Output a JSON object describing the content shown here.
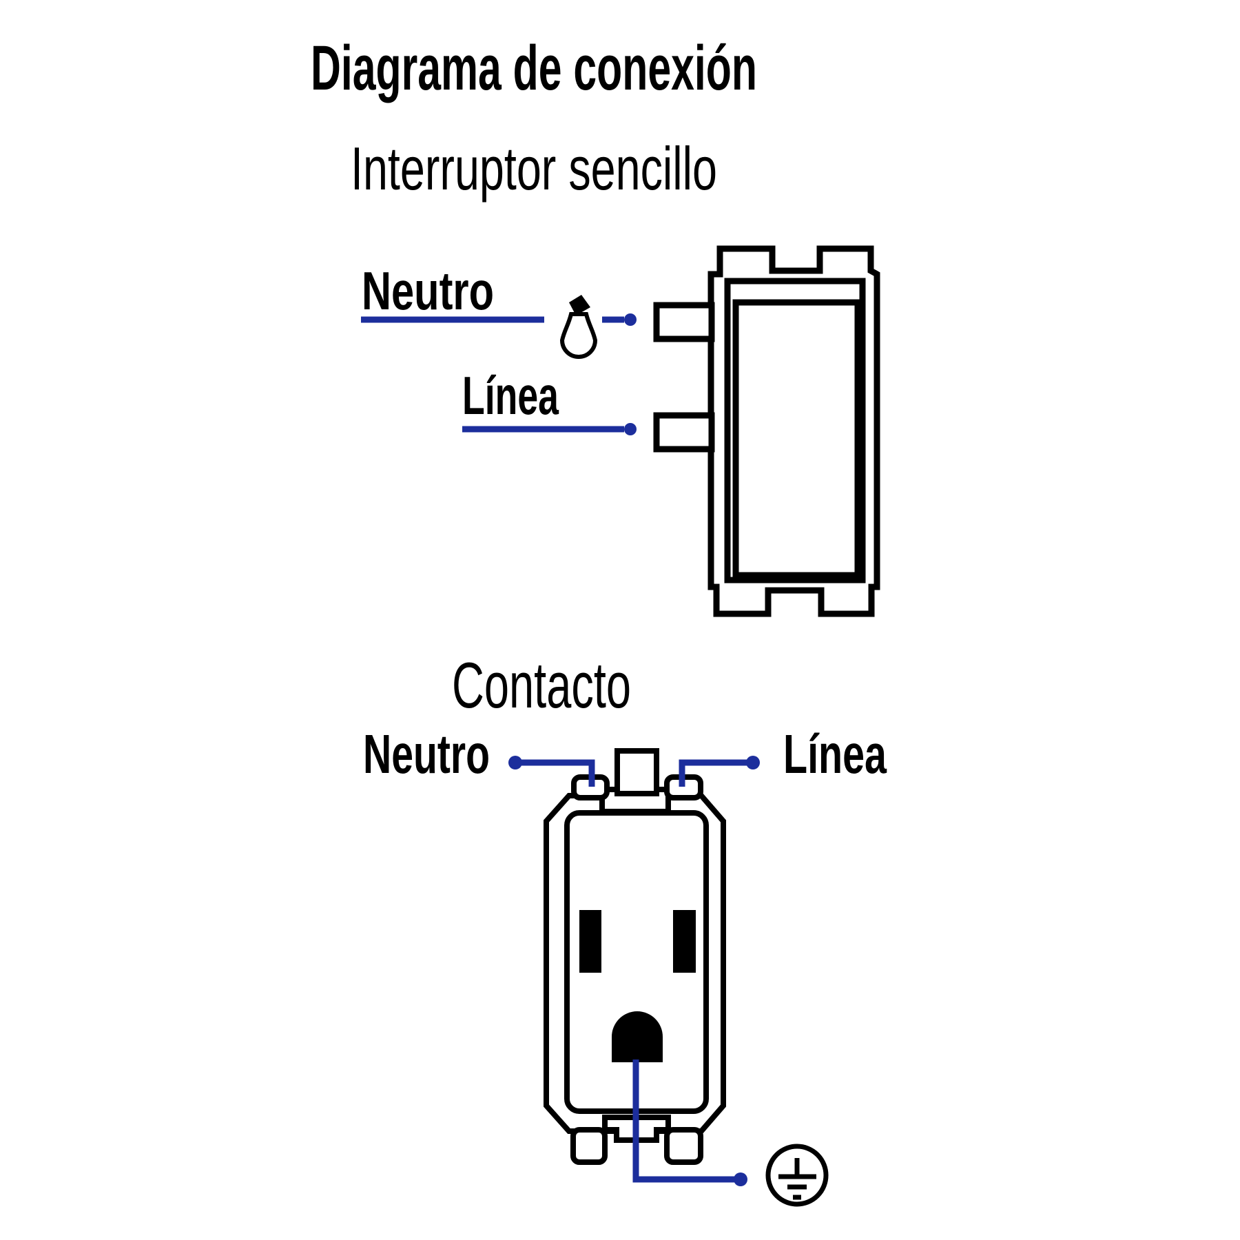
{
  "title": "Diagrama de conexión",
  "switch_section": {
    "title": "Interruptor sencillo",
    "neutral_label": "Neutro",
    "line_label": "Línea",
    "component": "interruptor-side-view",
    "icons": [
      "light-bulb-icon"
    ]
  },
  "outlet_section": {
    "title": "Contacto",
    "neutral_label": "Neutro",
    "line_label": "Línea",
    "component": "contacto-front-view",
    "icons": [
      "ground-symbol-icon"
    ]
  },
  "colors": {
    "wire": "#1c2e9c",
    "outline": "#000000",
    "background": "#ffffff"
  }
}
